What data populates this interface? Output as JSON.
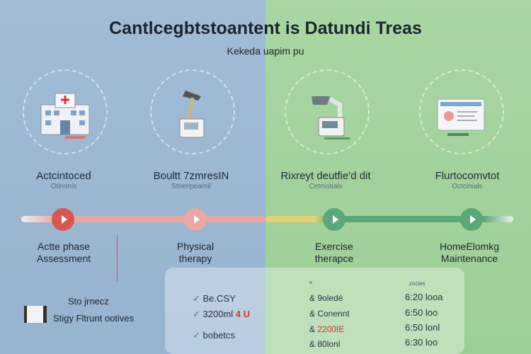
{
  "title": "Cantlcegbtstoantent is Datundi Treas",
  "subtitle": "Kekeda uapim pu",
  "phases": [
    {
      "label": "Actcintoced",
      "sublabel": "Otinonis",
      "step": "Actte phase",
      "step2": "Assessment",
      "color": "#d9574e"
    },
    {
      "label": "Boultt 7zmresIN",
      "sublabel": "Stoeripeamil",
      "step": "Physical",
      "step2": "therapy",
      "color": "#e8a4a0"
    },
    {
      "label": "Rixreyt deutfie'd dit",
      "sublabel": "Cetmotials",
      "step": "Exercise",
      "step2": "therapce",
      "color": "#5aa77a"
    },
    {
      "label": "Flurtocomvtot",
      "sublabel": "Octcinials",
      "step": "HomeElomkg",
      "step2": "Maintenance",
      "color": "#5aa77a"
    }
  ],
  "left_note": {
    "line1": "Sto jrnecz",
    "line2": "Stigy Fltrunt ootives"
  },
  "panel": {
    "col1": [
      {
        "text": "Be.CSY"
      },
      {
        "text": "3200ml",
        "badge": "4 U"
      },
      {
        "text": "bobetcs"
      }
    ],
    "col2_header": "a",
    "col2": [
      "9oledé",
      "Conennt",
      "2200IE",
      "80lonl"
    ],
    "col3_header": "zocies",
    "col3": [
      "6:20 looa",
      "6:50 loo",
      "6:50 lonl",
      "6:30 loo"
    ],
    "badge_color": "#d33a2f"
  }
}
